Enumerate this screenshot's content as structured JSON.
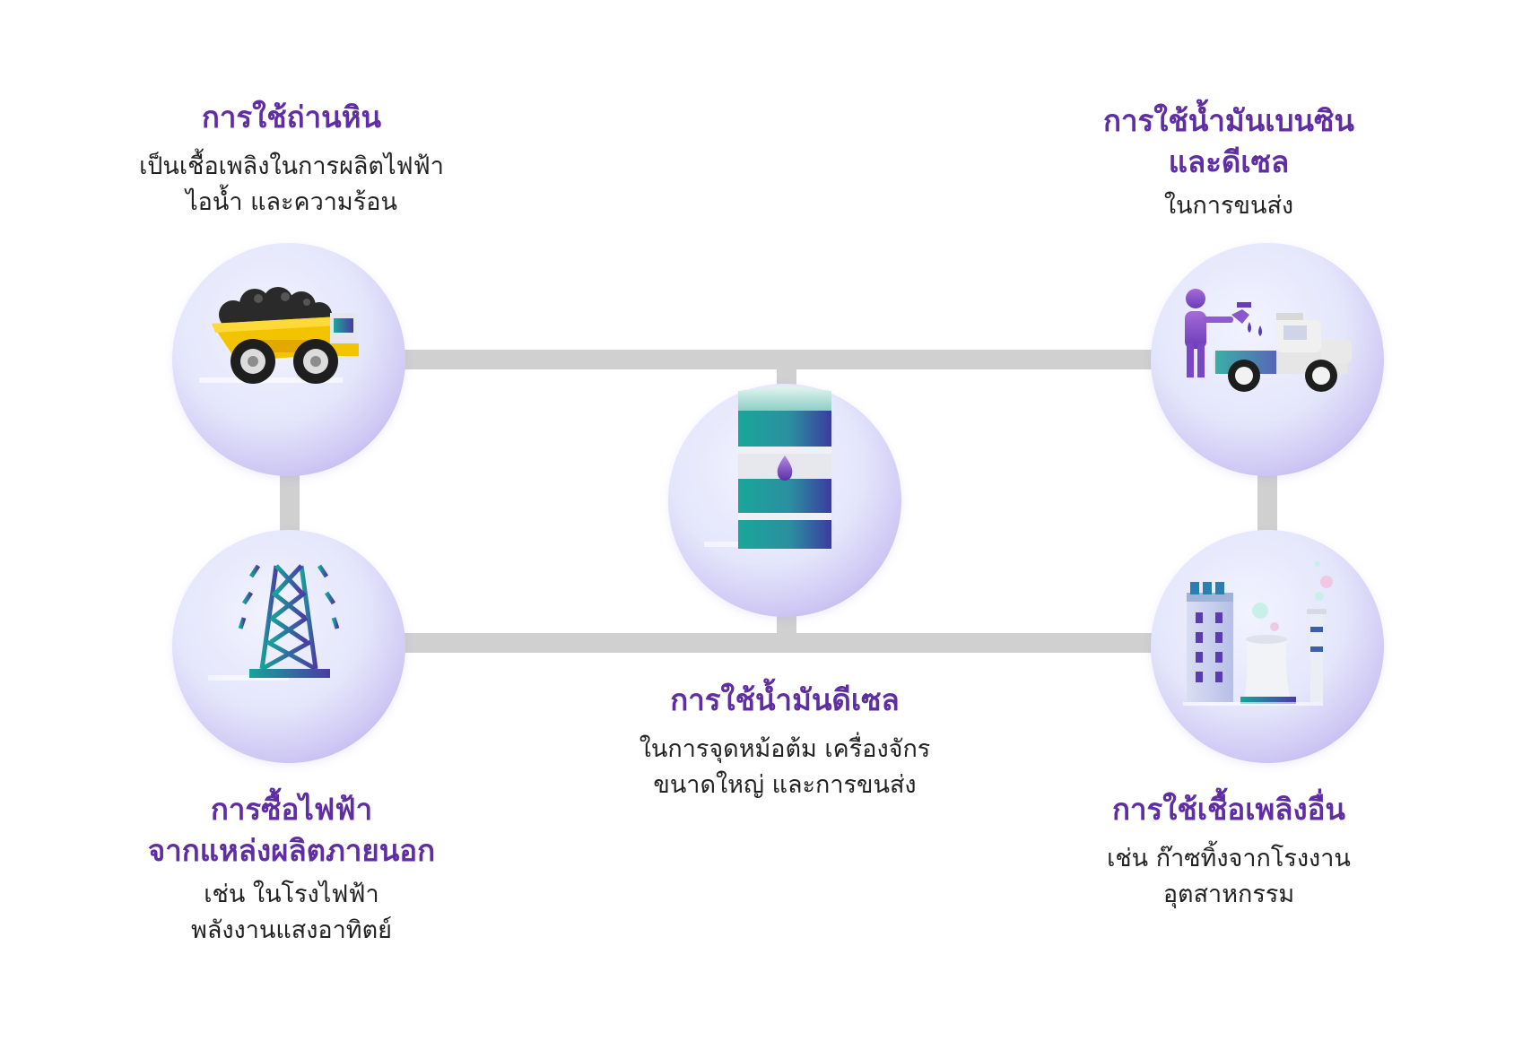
{
  "colors": {
    "title": "#5f2ea3",
    "text": "#222222",
    "connector": "#d0d0d0",
    "circle_center": "#eceefd",
    "circle_edge": "#a99ae6"
  },
  "nodes": {
    "coal": {
      "icon": "coal-dump-truck-icon",
      "title_lines": [
        "การใช้ถ่านหิน"
      ],
      "desc_lines": [
        "เป็นเชื้อเพลิงในการผลิตไฟฟ้า",
        "ไอน้ำ และความร้อน"
      ]
    },
    "fuel": {
      "icon": "refueling-pickup-truck-icon",
      "title_lines": [
        "การใช้น้ำมันเบนซิน",
        "และดีเซล"
      ],
      "desc_lines": [
        "ในการขนส่ง"
      ]
    },
    "diesel": {
      "icon": "oil-barrel-icon",
      "title_lines": [
        "การใช้น้ำมันดีเซล"
      ],
      "desc_lines": [
        "ในการจุดหม้อต้ม เครื่องจักร",
        "ขนาดใหญ่ และการขนส่ง"
      ]
    },
    "grid": {
      "icon": "power-transmission-tower-icon",
      "title_lines": [
        "การซื้อไฟฟ้า",
        "จากแหล่งผลิตภายนอก"
      ],
      "desc_lines": [
        "เช่น ในโรงไฟฟ้า",
        "พลังงานแสงอาทิตย์"
      ]
    },
    "other": {
      "icon": "industrial-plant-icon",
      "title_lines": [
        "การใช้เชื้อเพลิงอื่น"
      ],
      "desc_lines": [
        "เช่น ก๊าซทิ้งจากโรงงาน",
        "อุตสาหกรรม"
      ]
    }
  }
}
